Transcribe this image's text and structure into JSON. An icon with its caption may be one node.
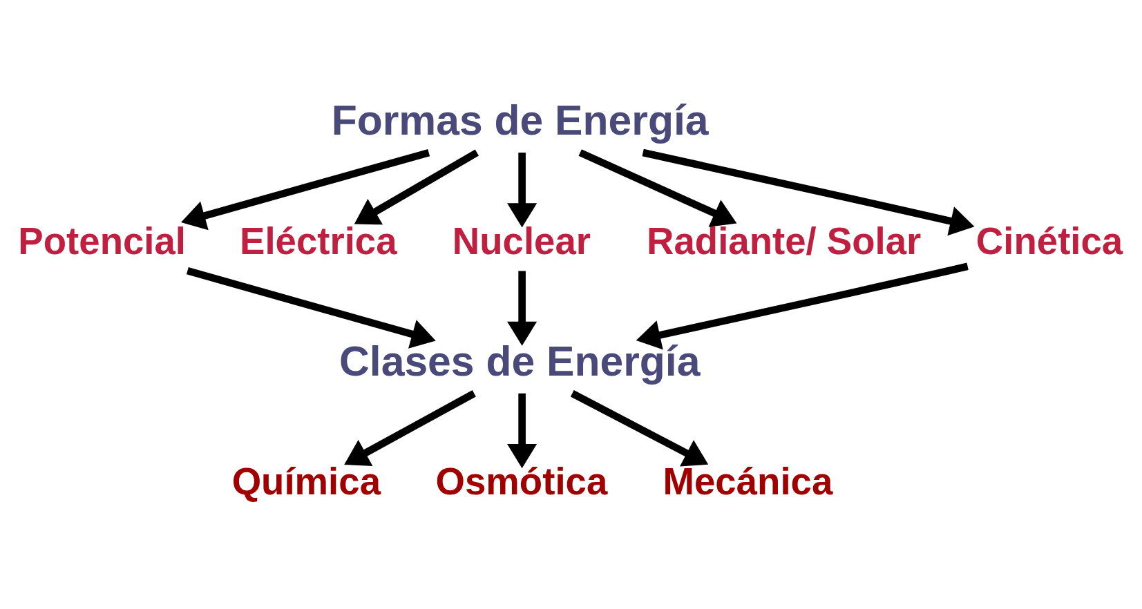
{
  "diagram": {
    "nodes": [
      {
        "text": [
          "Formas de Energía"
        ]
      },
      {
        "text": [
          "Potencial"
        ]
      },
      {
        "text": [
          "Eléctrica"
        ]
      },
      {
        "text": [
          "Nuclear"
        ]
      },
      {
        "text": [
          "Radiante/ Solar"
        ]
      },
      {
        "text": [
          "Cinética"
        ]
      },
      {
        "text": [
          "Clases de Energía"
        ]
      },
      {
        "text": [
          "Química"
        ]
      },
      {
        "text": [
          "Osmótica"
        ]
      },
      {
        "text": [
          "Mecánica"
        ]
      }
    ],
    "edges": [
      {
        "from": 0,
        "to": 1,
        "arrow": "to"
      },
      {
        "from": 0,
        "to": 2,
        "arrow": "to"
      },
      {
        "from": 0,
        "to": 3,
        "arrow": "to"
      },
      {
        "from": 0,
        "to": 4,
        "arrow": "to"
      },
      {
        "from": 0,
        "to": 5,
        "arrow": "to"
      },
      {
        "from": 1,
        "to": 6,
        "arrow": "to"
      },
      {
        "from": 3,
        "to": 6,
        "arrow": "to"
      },
      {
        "from": 5,
        "to": 6,
        "arrow": "to"
      },
      {
        "from": 6,
        "to": 7,
        "arrow": "to"
      },
      {
        "from": 6,
        "to": 8,
        "arrow": "to"
      },
      {
        "from": 6,
        "to": 9,
        "arrow": "to"
      }
    ]
  }
}
